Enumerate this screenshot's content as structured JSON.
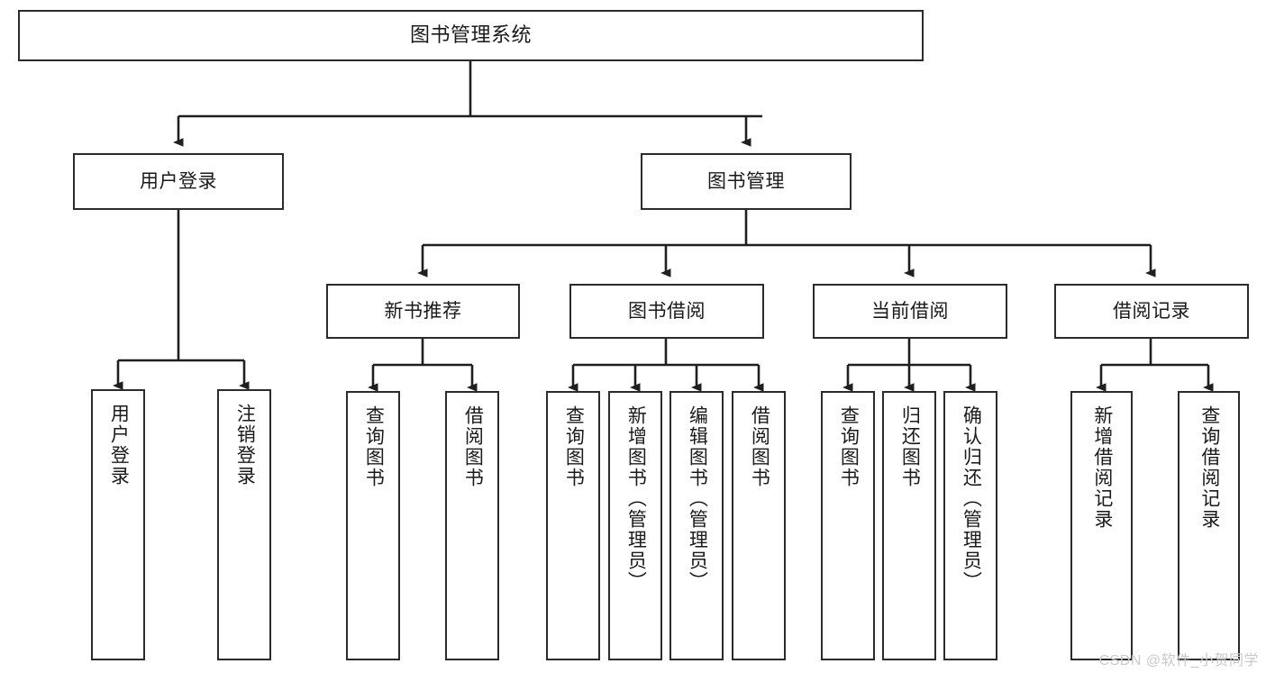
{
  "diagram": {
    "title": "图书管理系统",
    "type": "tree-hierarchy",
    "watermark": "CSDN @软件_小贺同学",
    "colors": {
      "background": "#ffffff",
      "box_border": "#2b2b2b",
      "box_fill": "#ffffff",
      "text": "#1a1a1a",
      "connector": "#1f1f1f",
      "watermark": "#c9c9c9"
    },
    "root": {
      "label": "图书管理系统"
    },
    "level2": [
      {
        "label": "用户登录"
      },
      {
        "label": "图书管理"
      }
    ],
    "level3": [
      {
        "label": "新书推荐"
      },
      {
        "label": "图书借阅"
      },
      {
        "label": "当前借阅"
      },
      {
        "label": "借阅记录"
      }
    ],
    "leaves": {
      "user_login": [
        {
          "label": "用户登录"
        },
        {
          "label": "注销登录"
        }
      ],
      "new_book_recommend": [
        {
          "label": "查询图书"
        },
        {
          "label": "借阅图书"
        }
      ],
      "book_borrow": [
        {
          "label": "查询图书"
        },
        {
          "label": "新增图书（管理员）"
        },
        {
          "label": "编辑图书（管理员）"
        },
        {
          "label": "借阅图书"
        }
      ],
      "current_borrow": [
        {
          "label": "查询图书"
        },
        {
          "label": "归还图书"
        },
        {
          "label": "确认归还（管理员）"
        }
      ],
      "borrow_record": [
        {
          "label": "新增借阅记录"
        },
        {
          "label": "查询借阅记录"
        }
      ]
    }
  }
}
